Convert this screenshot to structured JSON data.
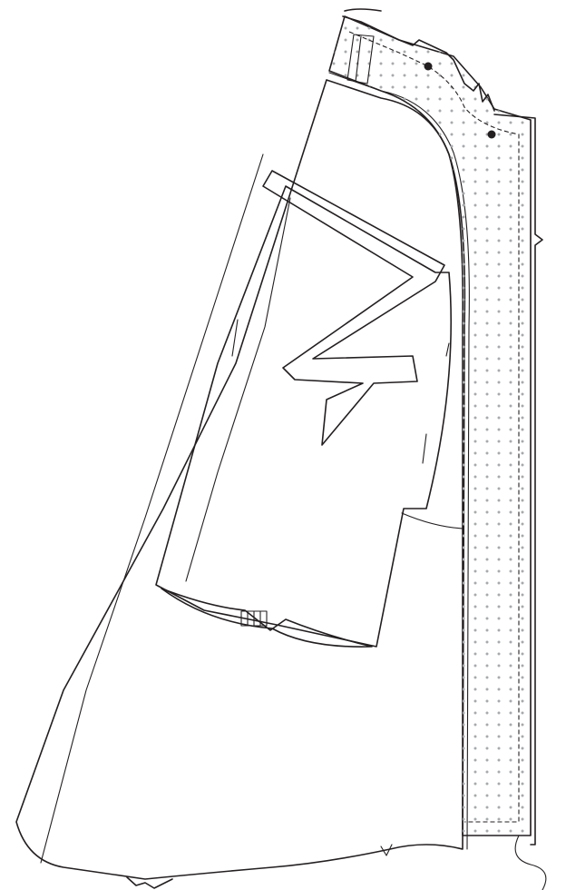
{
  "figure": {
    "kind": "sewing-pattern-illustration",
    "description_hidden": true
  },
  "colors": {
    "garment_fill": "#d1d3d4",
    "fold_fill": "#a7a9ac",
    "facing_fill": "#eeeff0",
    "dot_color": "#a7a9ac",
    "outline": "#231f20",
    "background": "#ffffff"
  },
  "parts": [
    "garment-body",
    "facing-strip",
    "folded-tab",
    "inner-panel",
    "hem-opening",
    "notch-markers"
  ]
}
